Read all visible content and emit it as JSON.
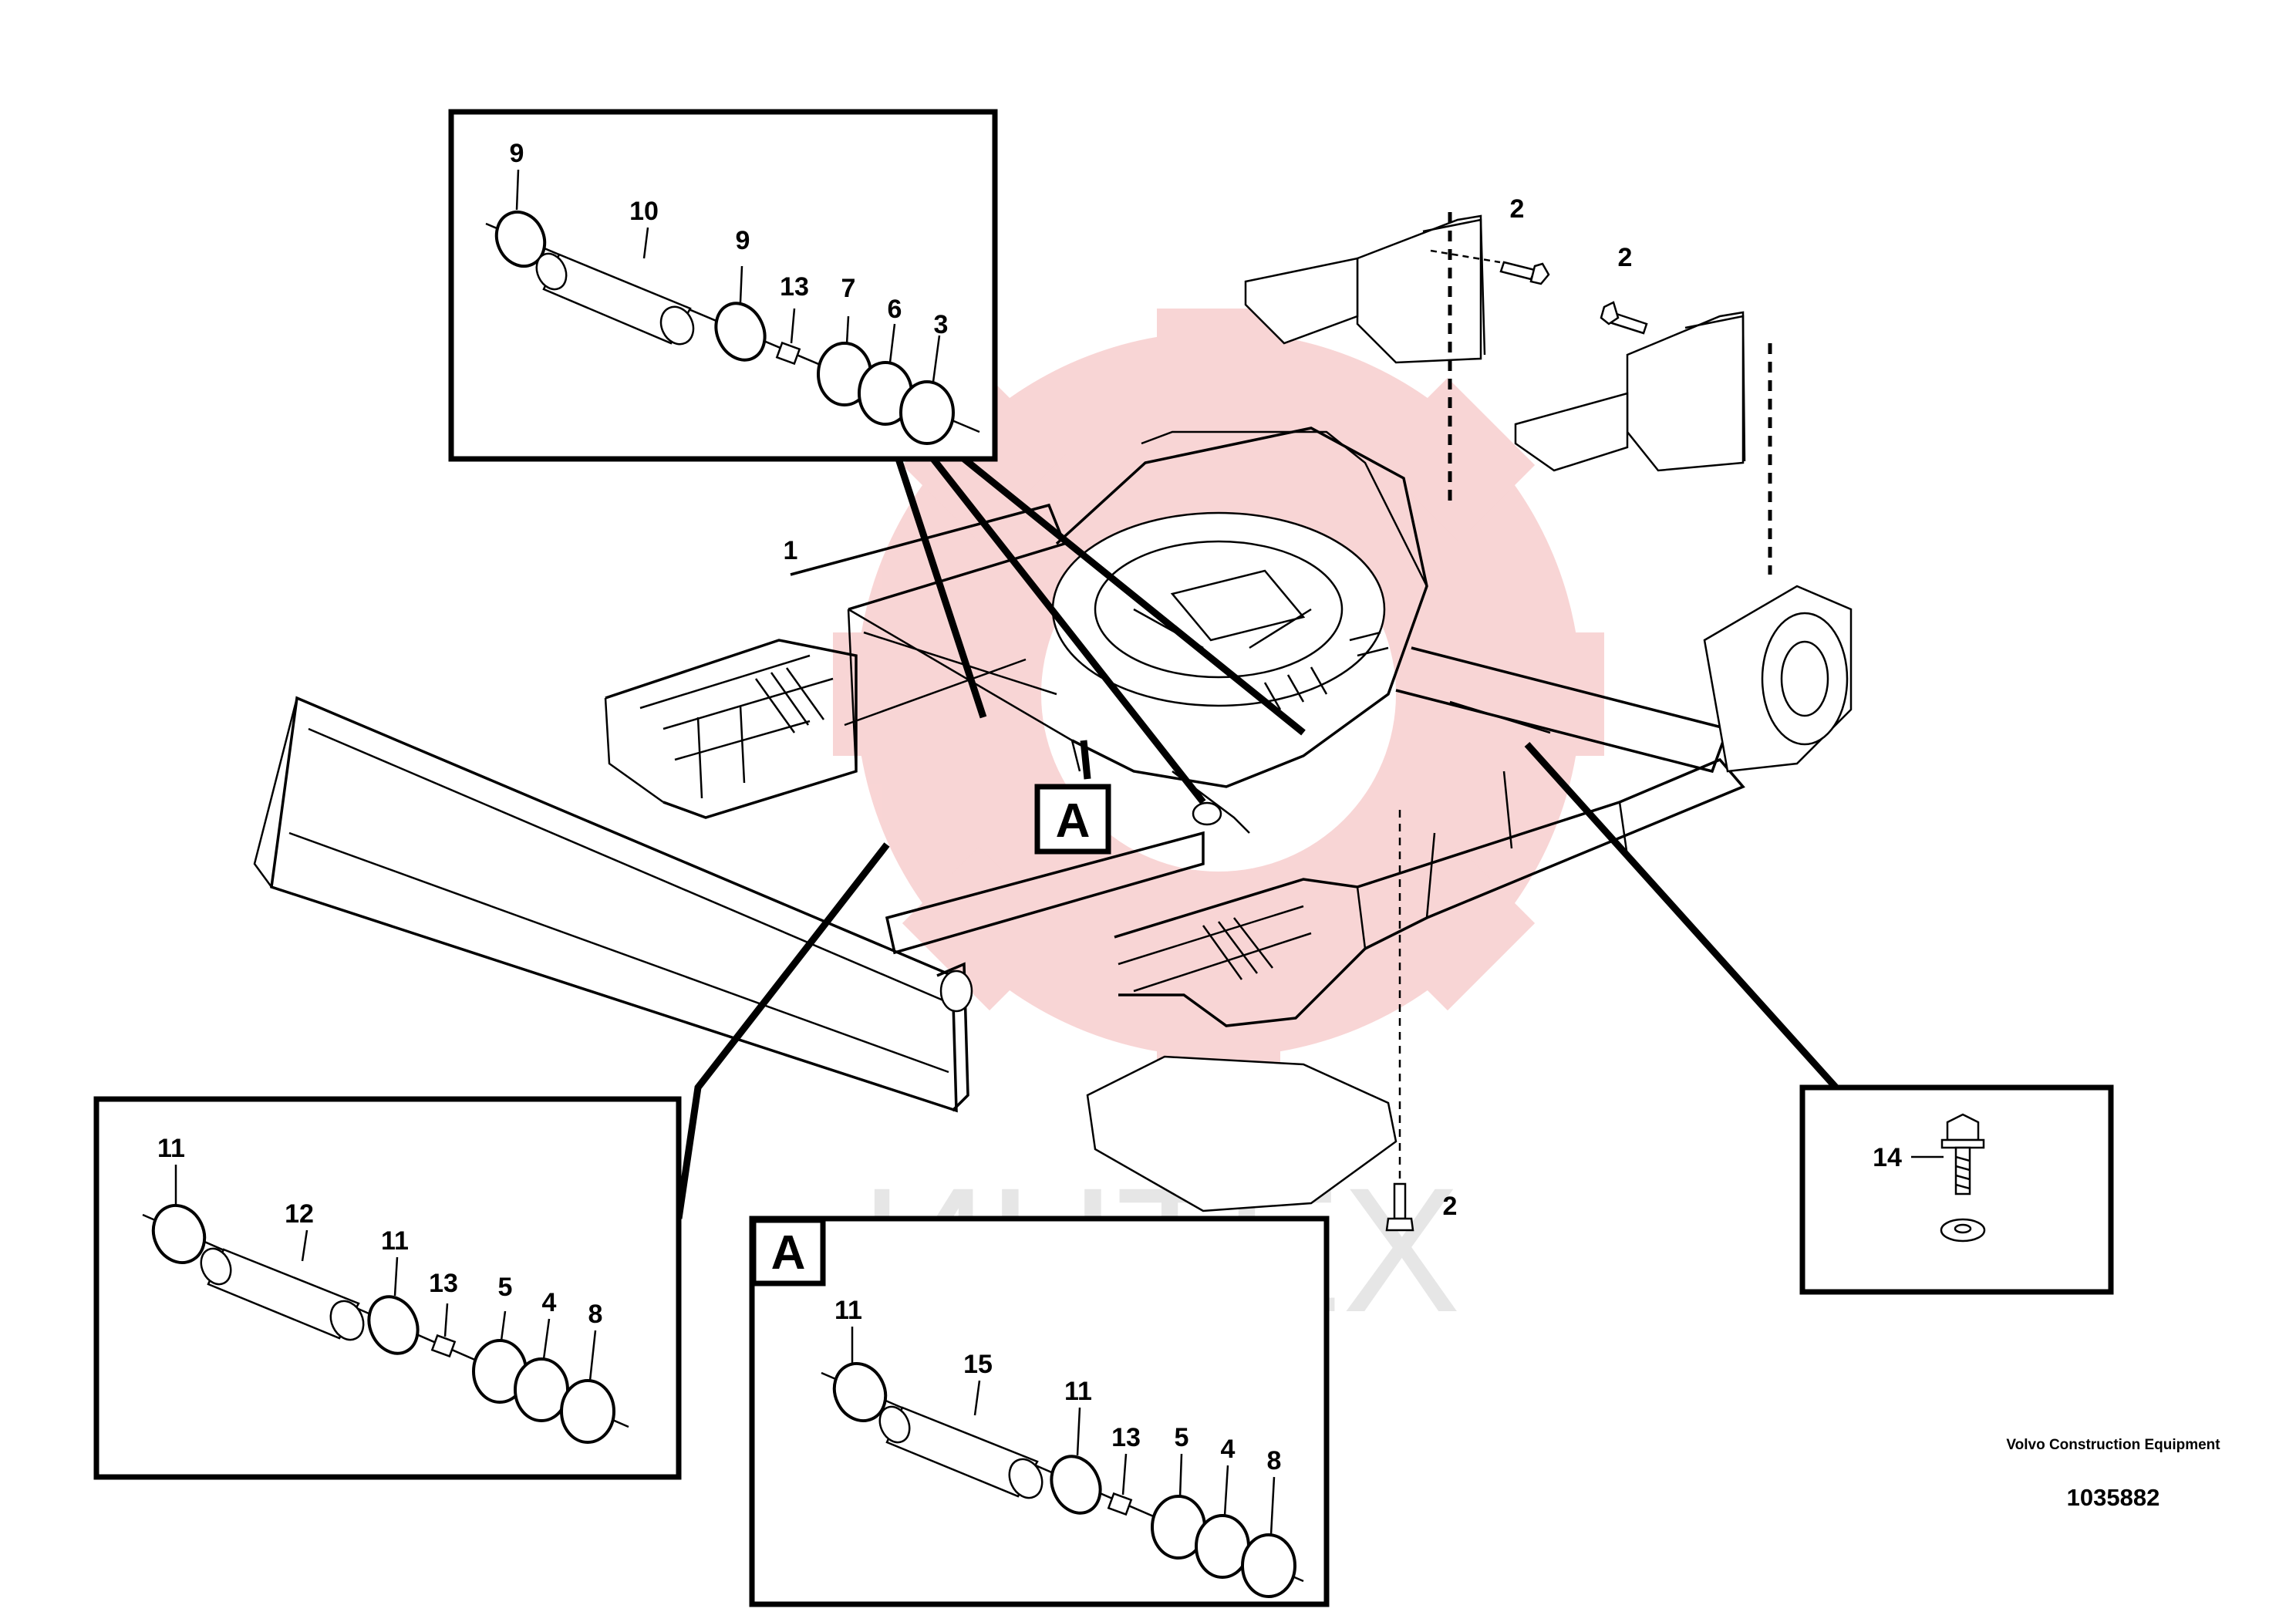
{
  "watermark": {
    "text": "ИНТЕХ",
    "gear_color": "#f4b3b3"
  },
  "callouts": {
    "main": [
      {
        "id": "main-1",
        "label": "1"
      },
      {
        "id": "main-2-top-a",
        "label": "2"
      },
      {
        "id": "main-2-top-b",
        "label": "2"
      },
      {
        "id": "main-2-bottom",
        "label": "2"
      }
    ],
    "box_top": [
      {
        "id": "top-9a",
        "label": "9"
      },
      {
        "id": "top-10",
        "label": "10"
      },
      {
        "id": "top-9b",
        "label": "9"
      },
      {
        "id": "top-13",
        "label": "13"
      },
      {
        "id": "top-7",
        "label": "7"
      },
      {
        "id": "top-6",
        "label": "6"
      },
      {
        "id": "top-3",
        "label": "3"
      }
    ],
    "box_left": [
      {
        "id": "left-11a",
        "label": "11"
      },
      {
        "id": "left-12",
        "label": "12"
      },
      {
        "id": "left-11b",
        "label": "11"
      },
      {
        "id": "left-13",
        "label": "13"
      },
      {
        "id": "left-5",
        "label": "5"
      },
      {
        "id": "left-4",
        "label": "4"
      },
      {
        "id": "left-8",
        "label": "8"
      }
    ],
    "box_a": [
      {
        "id": "a-11a",
        "label": "11"
      },
      {
        "id": "a-15",
        "label": "15"
      },
      {
        "id": "a-11b",
        "label": "11"
      },
      {
        "id": "a-13",
        "label": "13"
      },
      {
        "id": "a-5",
        "label": "5"
      },
      {
        "id": "a-4",
        "label": "4"
      },
      {
        "id": "a-8",
        "label": "8"
      }
    ],
    "box_right": [
      {
        "id": "right-14",
        "label": "14"
      }
    ]
  },
  "view_marker": "A",
  "box_a_letter": "A",
  "credit": {
    "maker": "Volvo Construction Equipment",
    "number": "1035882"
  }
}
